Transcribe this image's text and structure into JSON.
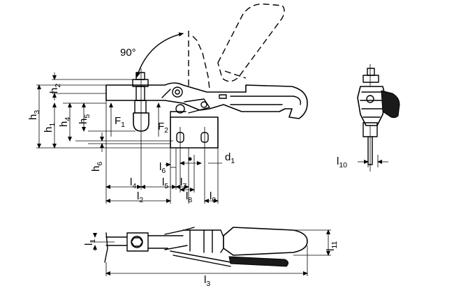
{
  "labels": {
    "angle": "90°",
    "f1": {
      "main": "F",
      "sub": "1"
    },
    "f2": {
      "main": "F",
      "sub": "2"
    },
    "h1": {
      "main": "h",
      "sub": "1"
    },
    "h2": {
      "main": "h",
      "sub": "2"
    },
    "h3": {
      "main": "h",
      "sub": "3"
    },
    "h4": {
      "main": "h",
      "sub": "4"
    },
    "h5": {
      "main": "h",
      "sub": "5"
    },
    "h6": {
      "main": "h",
      "sub": "6"
    },
    "l1": {
      "main": "l",
      "sub": "1"
    },
    "l2": {
      "main": "l",
      "sub": "2"
    },
    "l3": {
      "main": "l",
      "sub": "3"
    },
    "l4": {
      "main": "l",
      "sub": "4"
    },
    "l5": {
      "main": "l",
      "sub": "5"
    },
    "l6": {
      "main": "l",
      "sub": "6"
    },
    "l7": {
      "main": "l",
      "sub": "7"
    },
    "l8": {
      "main": "l",
      "sub": "8"
    },
    "l9": {
      "main": "l",
      "sub": "9"
    },
    "l10": {
      "main": "l",
      "sub": "10"
    },
    "l11": {
      "main": "l",
      "sub": "11"
    },
    "d1": {
      "main": "d",
      "sub": "1"
    }
  }
}
